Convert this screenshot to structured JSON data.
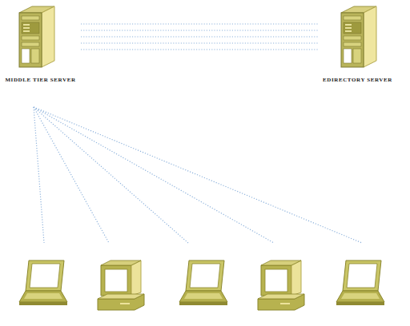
{
  "diagram": {
    "nodes": [
      {
        "text": [
          "MIDDLE TIER SERVER"
        ]
      },
      {
        "text": [
          "EDIRECTORY SERVER"
        ]
      }
    ],
    "edges": [
      {
        "from": 0,
        "to": 1,
        "arrow": "none"
      },
      {
        "from": 0,
        "to": 1,
        "arrow": "none"
      },
      {
        "from": 0,
        "to": 1,
        "arrow": "none"
      },
      {
        "from": 0,
        "to": 1,
        "arrow": "none"
      },
      {
        "from": 0,
        "to": 1,
        "arrow": "none"
      }
    ]
  }
}
